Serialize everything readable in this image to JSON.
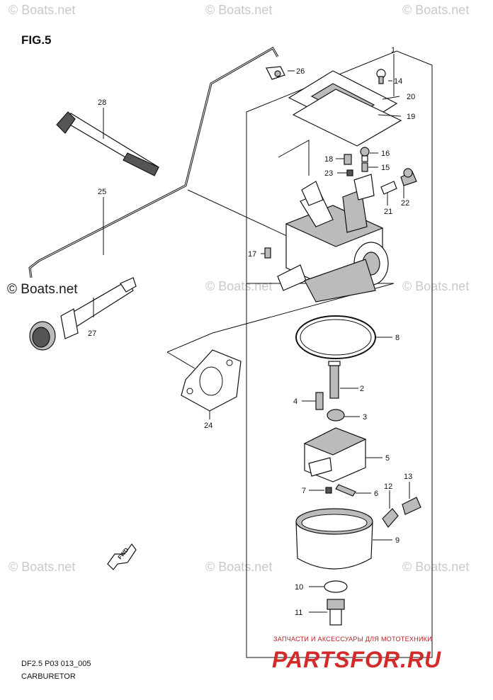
{
  "figure": {
    "title": "FIG.5"
  },
  "footer": {
    "code": "DF2.5 P03 013_005",
    "name": "CARBURETOR"
  },
  "watermarks": [
    "© Boats.net",
    "© Boats.net",
    "© Boats.net",
    "© Boats.net",
    "© Boats.net",
    "© Boats.net",
    "© Boats.net",
    "© Boats.net",
    "© Boats.net"
  ],
  "brand": {
    "subtitle": "ЗАПЧАСТИ И АКСЕССУАРЫ ДЛЯ МОТОТЕХНИКИ",
    "name": "PARTSFOR.RU",
    "color": "#d42a2a"
  },
  "fwd_label": "FWD",
  "callouts": {
    "c1": "1",
    "c2": "2",
    "c3": "3",
    "c4": "4",
    "c5": "5",
    "c6": "6",
    "c7": "7",
    "c8": "8",
    "c9": "9",
    "c10": "10",
    "c11": "11",
    "c12": "12",
    "c13": "13",
    "c14": "14",
    "c15": "15",
    "c16": "16",
    "c17": "17",
    "c18": "18",
    "c19": "19",
    "c20": "20",
    "c21": "21",
    "c22": "22",
    "c23": "23",
    "c24": "24",
    "c25": "25",
    "c26": "26",
    "c27": "27",
    "c28": "28"
  }
}
